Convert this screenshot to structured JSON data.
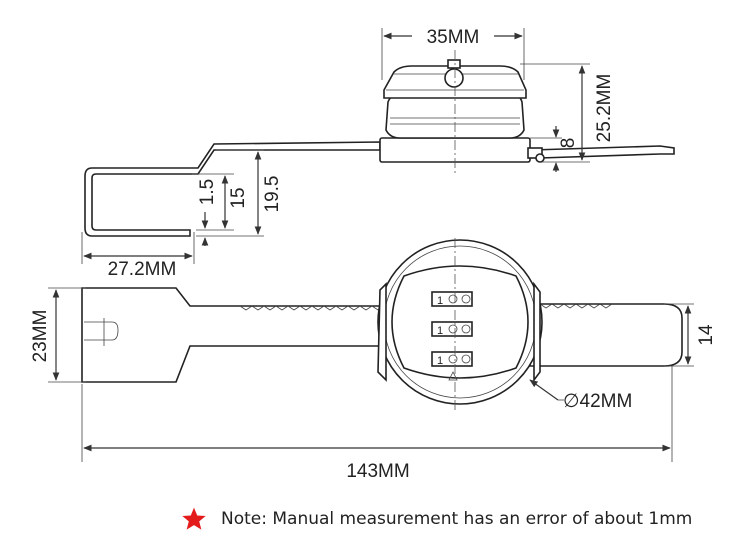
{
  "dimensions": {
    "top_width": "35MM",
    "total_height": "25.2MM",
    "flange_height": "8",
    "offset_small": "1.5",
    "offset_mid": "15",
    "offset_large": "19.5",
    "hook_width": "27.2MM",
    "hasp_height": "23MM",
    "bar_height": "14",
    "dial_diameter": "∅42MM",
    "total_length": "143MM"
  },
  "dials": [
    "1",
    "1",
    "1"
  ],
  "note": {
    "text": "Note: Manual measurement has an error of about 1mm",
    "star_color": "#e41b1b"
  }
}
